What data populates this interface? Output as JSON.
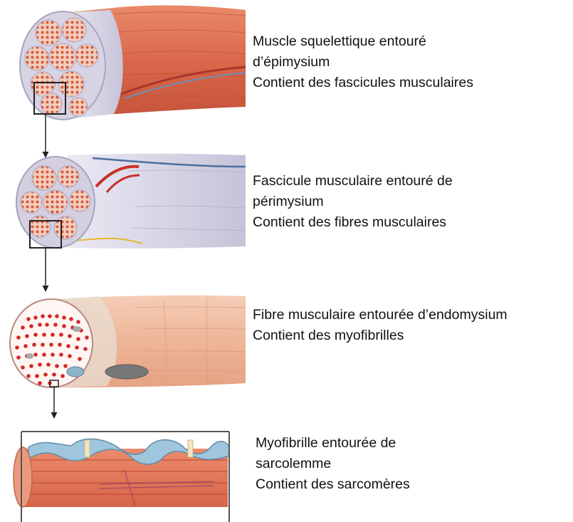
{
  "levels": [
    {
      "id": "muscle",
      "lines": [
        "Muscle squelettique entouré",
        "d’épimysium",
        "Contient des fascicules musculaires"
      ]
    },
    {
      "id": "fascicle",
      "lines": [
        "Fascicule musculaire entouré de",
        "périmysium",
        "Contient des fibres musculaires"
      ]
    },
    {
      "id": "fiber",
      "lines": [
        "Fibre musculaire entourée d’endomysium",
        "Contient des myofibrilles"
      ]
    },
    {
      "id": "myofibril",
      "lines": [
        "Myofibrille entourée de",
        "sarcolemme",
        "Contient des sarcomères"
      ]
    }
  ],
  "colors": {
    "muscle": "#d9674a",
    "muscle_dark": "#b8452e",
    "sheath": "#cfcde0",
    "fiber_dot": "#d42828",
    "membrane": "#86b4cf",
    "box": "#222222"
  }
}
